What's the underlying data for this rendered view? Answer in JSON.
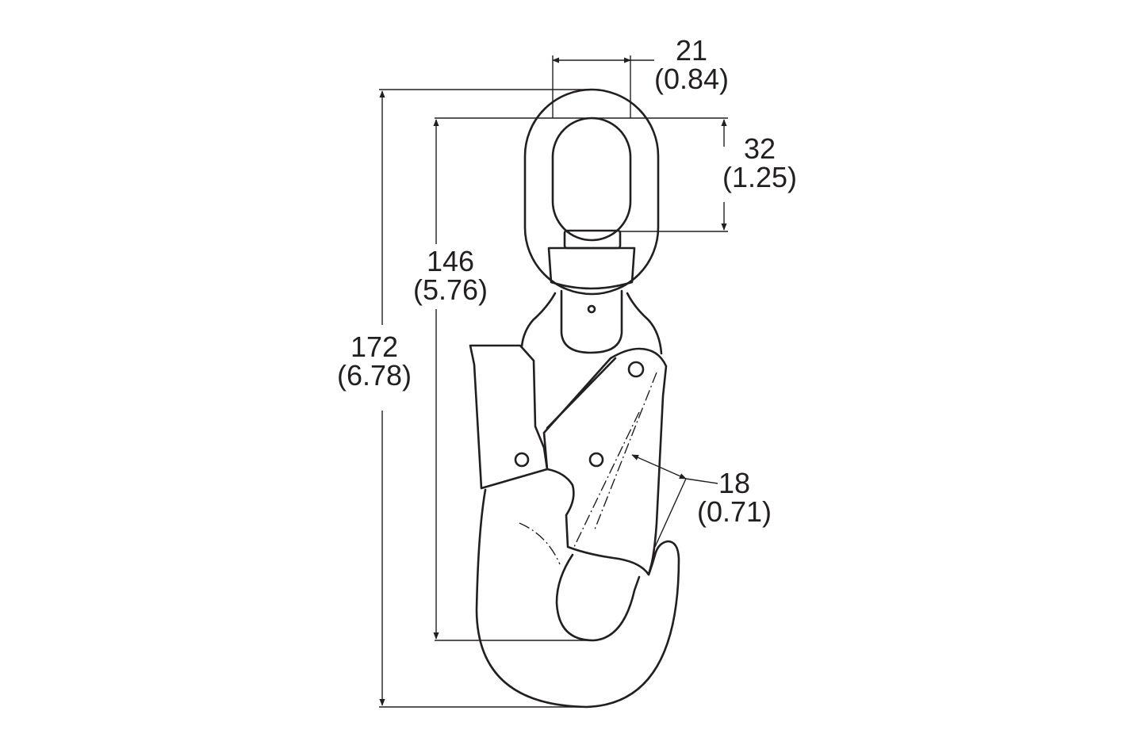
{
  "dimensions": {
    "eye_width": {
      "metric": "21",
      "imperial": "(0.84)"
    },
    "eye_inner_length": {
      "metric": "32",
      "imperial": "(1.25)"
    },
    "body_length": {
      "metric": "146",
      "imperial": "(5.76)"
    },
    "overall_length": {
      "metric": "172",
      "imperial": "(6.78)"
    },
    "gate_opening": {
      "metric": "18",
      "imperial": "(0.71)"
    }
  },
  "colors": {
    "line": "#231f20",
    "background": "#ffffff"
  }
}
